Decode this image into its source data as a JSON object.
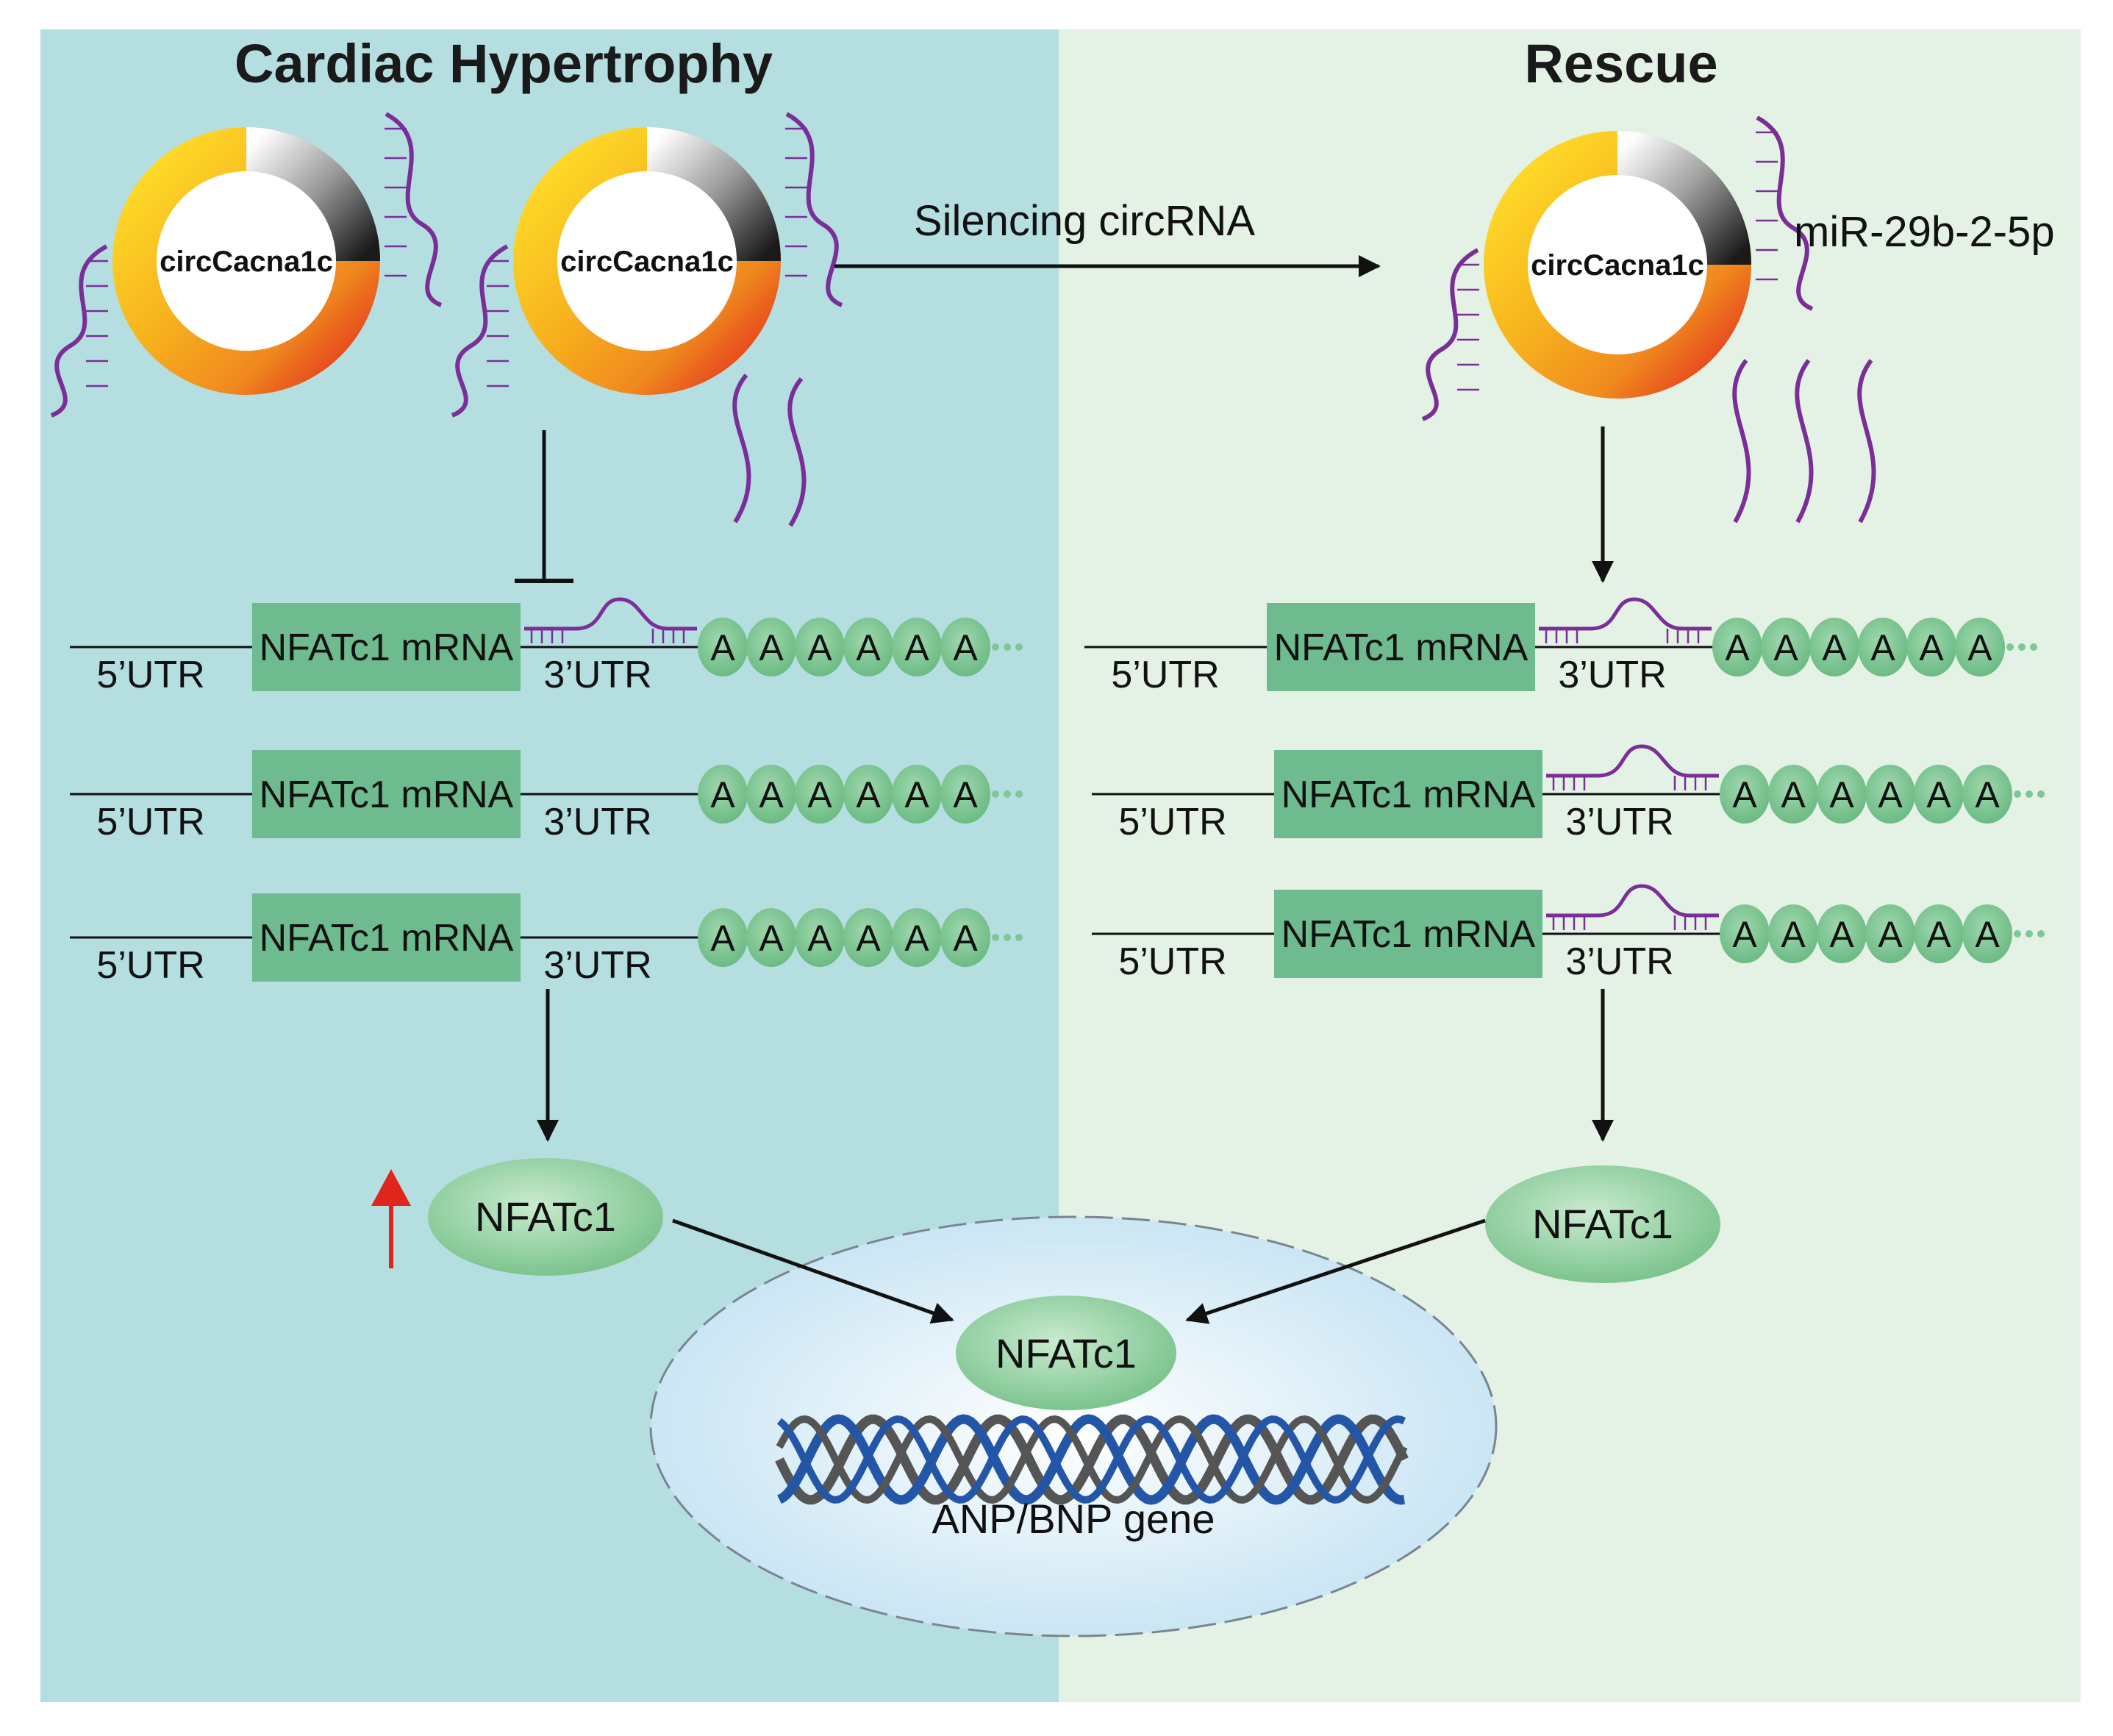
{
  "titles": {
    "left": "Cardiac Hypertrophy",
    "right": "Rescue"
  },
  "circ_label": "circCacna1c",
  "silencing_label": "Silencing circRNA",
  "mirna_label": "miR-29b-2-5p",
  "mrna": {
    "label": "NFATc1 mRNA",
    "utr5": "5’UTR",
    "utr3": "3’UTR",
    "polyA": [
      "A",
      "A",
      "A",
      "A",
      "A",
      "A"
    ]
  },
  "protein_label": "NFATc1",
  "gene_label": "ANP/BNP gene",
  "colors": {
    "left_bg": "#b5dee1",
    "right_bg": "#e4f1e5",
    "mrna_box": "#6dbb8f",
    "polyA": "#7ec796",
    "mirna": "#7a2e98",
    "up_arrow": "#e0261c",
    "protein": "#8ed09f",
    "nucleus": "#d7ecf6",
    "dna_blue": "#2456a8",
    "dna_gray": "#555555"
  }
}
